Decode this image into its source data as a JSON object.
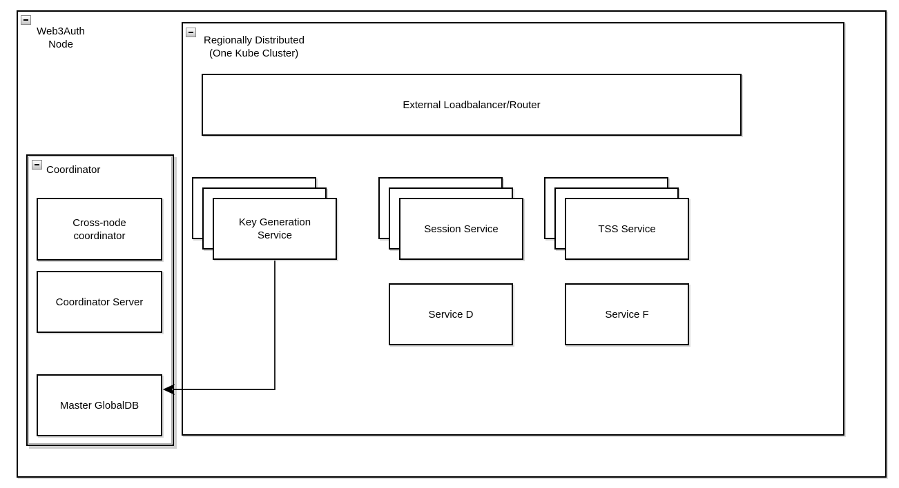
{
  "diagram": {
    "type": "architecture-diagram",
    "containers": {
      "web3auth_node": {
        "label_line1": "Web3Auth",
        "label_line2": "Node",
        "collapse_icon": "minus"
      },
      "region": {
        "label_line1": "Regionally Distributed",
        "label_line2": "(One Kube Cluster)",
        "collapse_icon": "minus"
      },
      "coordinator": {
        "label": "Coordinator",
        "collapse_icon": "minus"
      }
    },
    "nodes": {
      "loadbalancer": {
        "label": "External Loadbalancer/Router"
      },
      "key_generation": {
        "label_line1": "Key Generation",
        "label_line2": "Service",
        "replicas_shown": 3
      },
      "session_service": {
        "label": "Session Service",
        "replicas_shown": 3
      },
      "tss_service": {
        "label": "TSS Service",
        "replicas_shown": 3
      },
      "service_d": {
        "label": "Service D"
      },
      "service_f": {
        "label": "Service F"
      },
      "cross_node_coordinator": {
        "label_line1": "Cross-node",
        "label_line2": "coordinator"
      },
      "coordinator_server": {
        "label": "Coordinator Server"
      },
      "master_globaldb": {
        "label": "Master GlobalDB"
      }
    },
    "edges": [
      {
        "from": "key_generation",
        "to": "master_globaldb",
        "style": "orthogonal",
        "arrow": "filled-triangle-at-target"
      }
    ],
    "colors": {
      "stroke": "#000000",
      "fill": "#ffffff",
      "shadow": "#cfcfcf",
      "canvas": "#ffffff"
    }
  }
}
